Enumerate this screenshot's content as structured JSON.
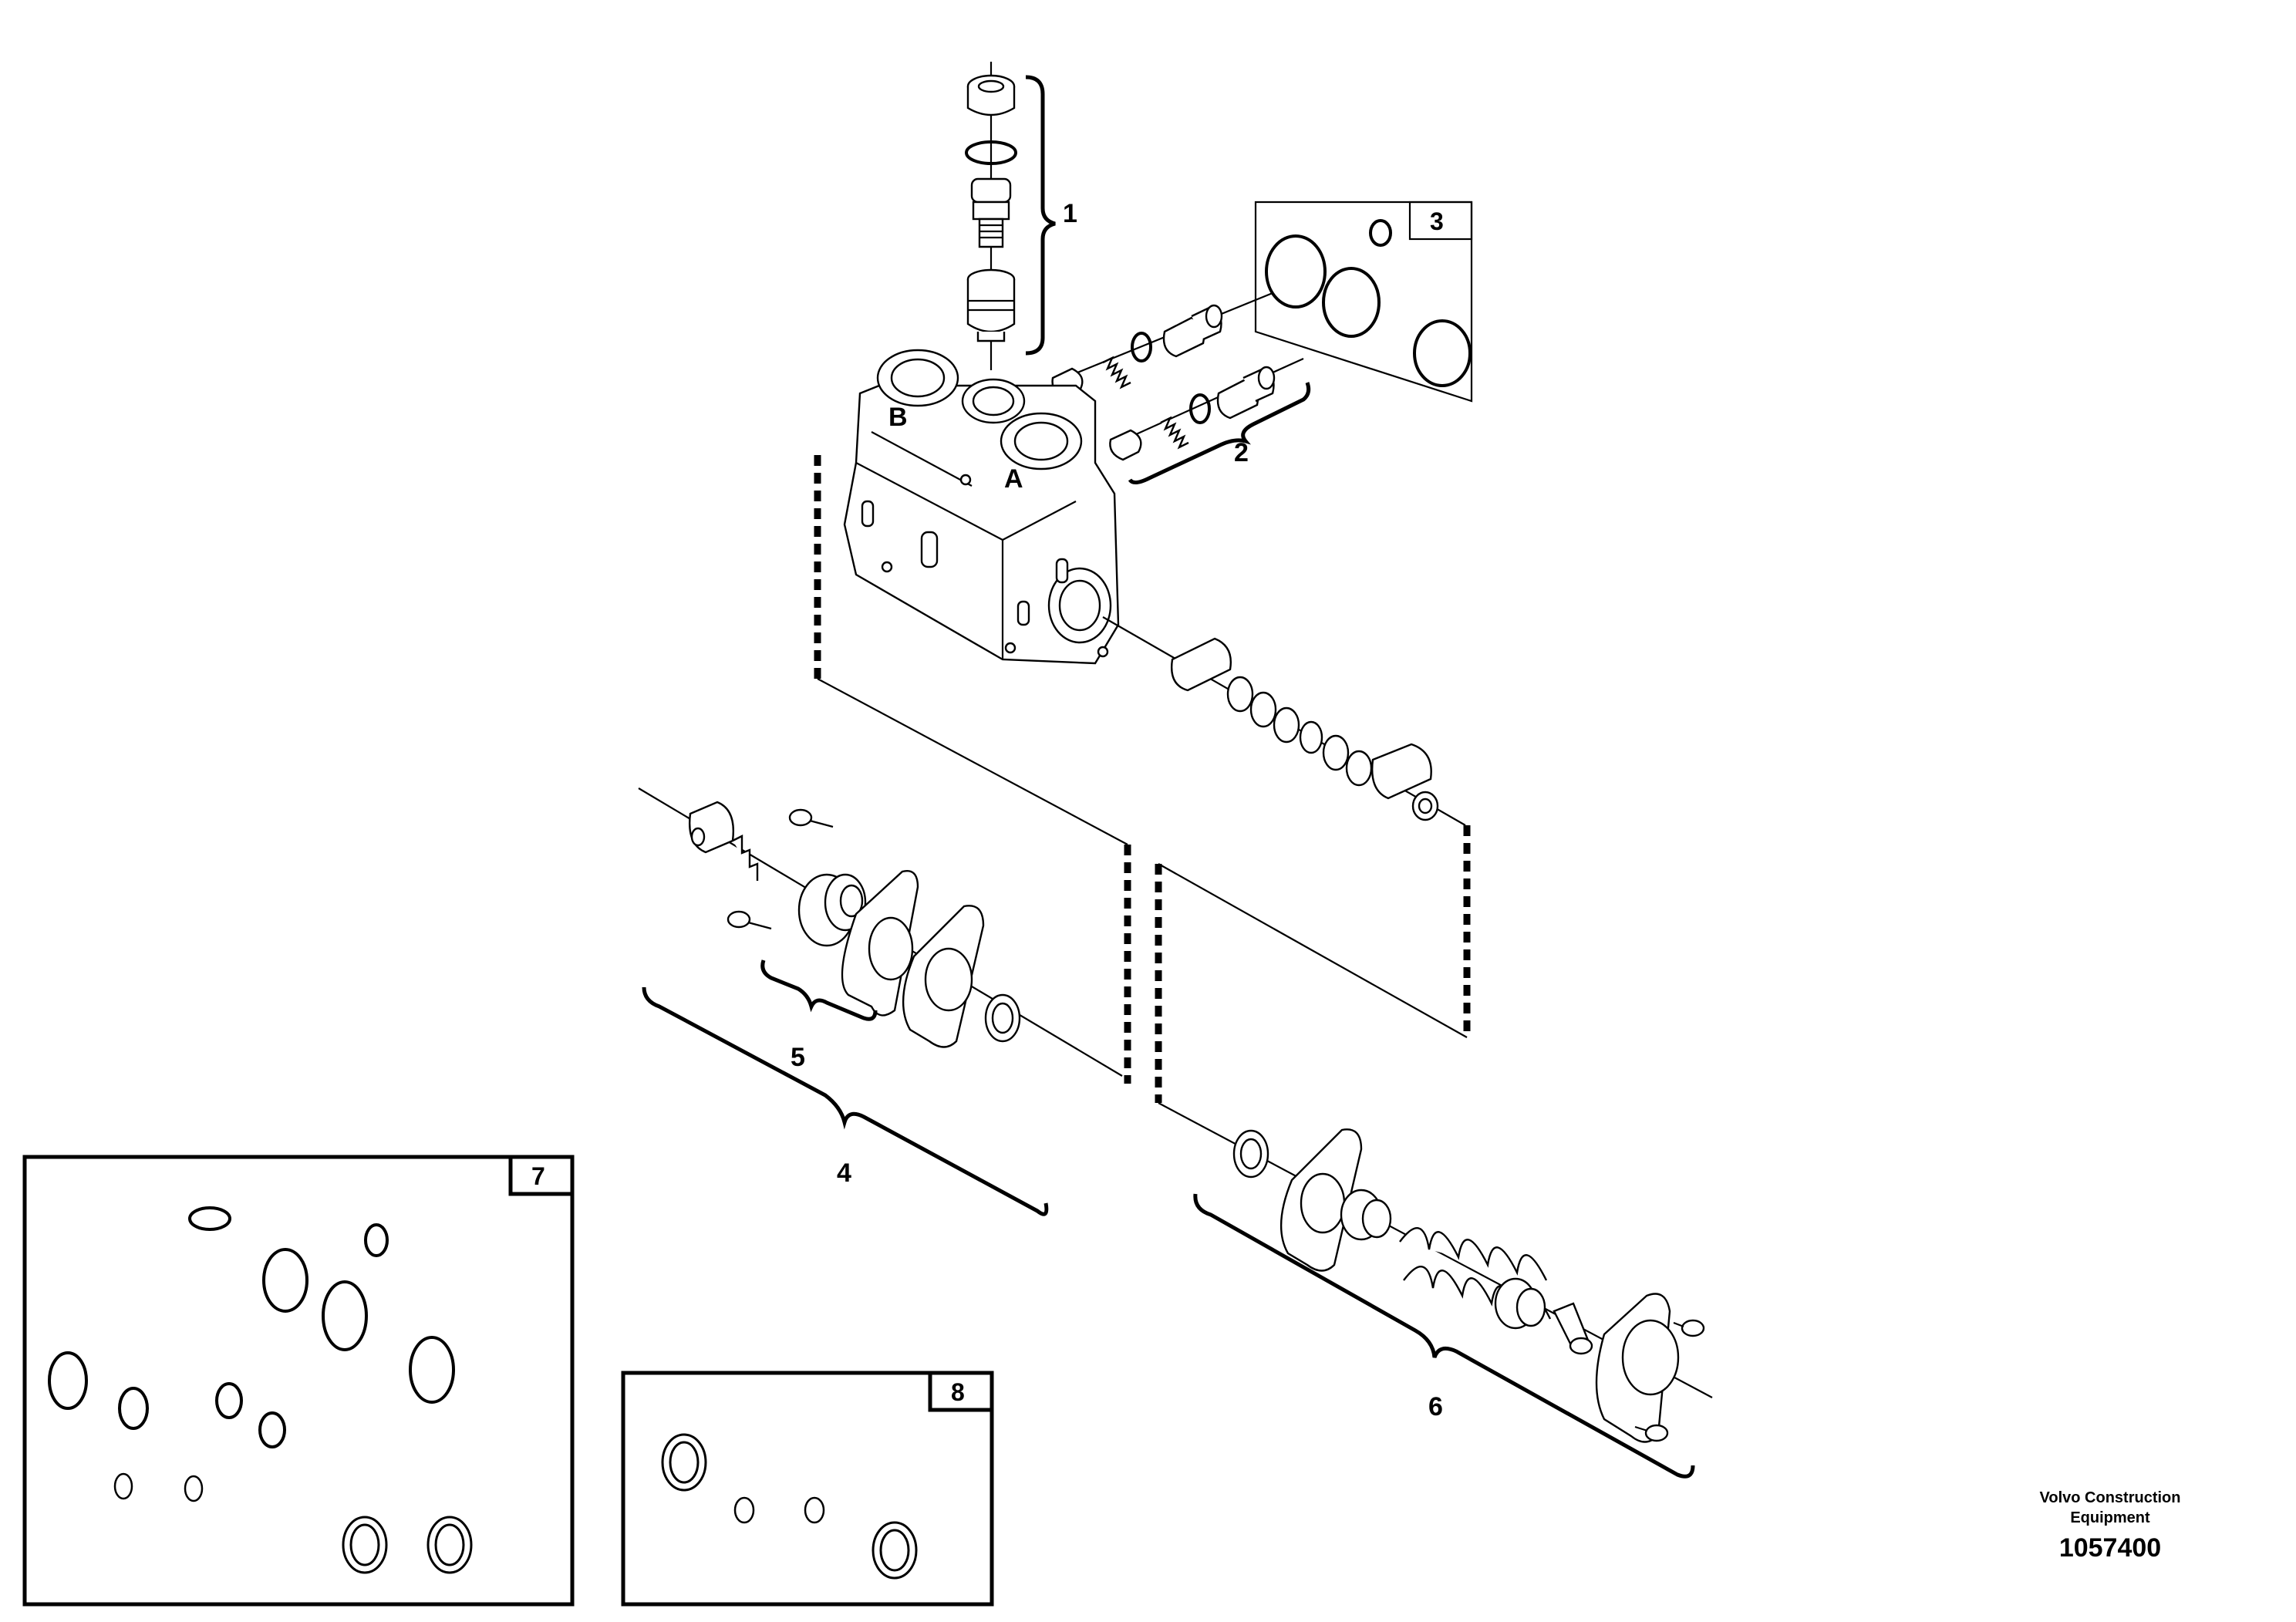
{
  "callouts": {
    "c1": "1",
    "c2": "2",
    "c3": "3",
    "c4": "4",
    "c5": "5",
    "c6": "6",
    "c7": "7",
    "c8": "8"
  },
  "port_labels": {
    "a": "A",
    "b": "B"
  },
  "footer": {
    "company_line1": "Volvo Construction",
    "company_line2": "Equipment",
    "document_number": "1057400"
  }
}
